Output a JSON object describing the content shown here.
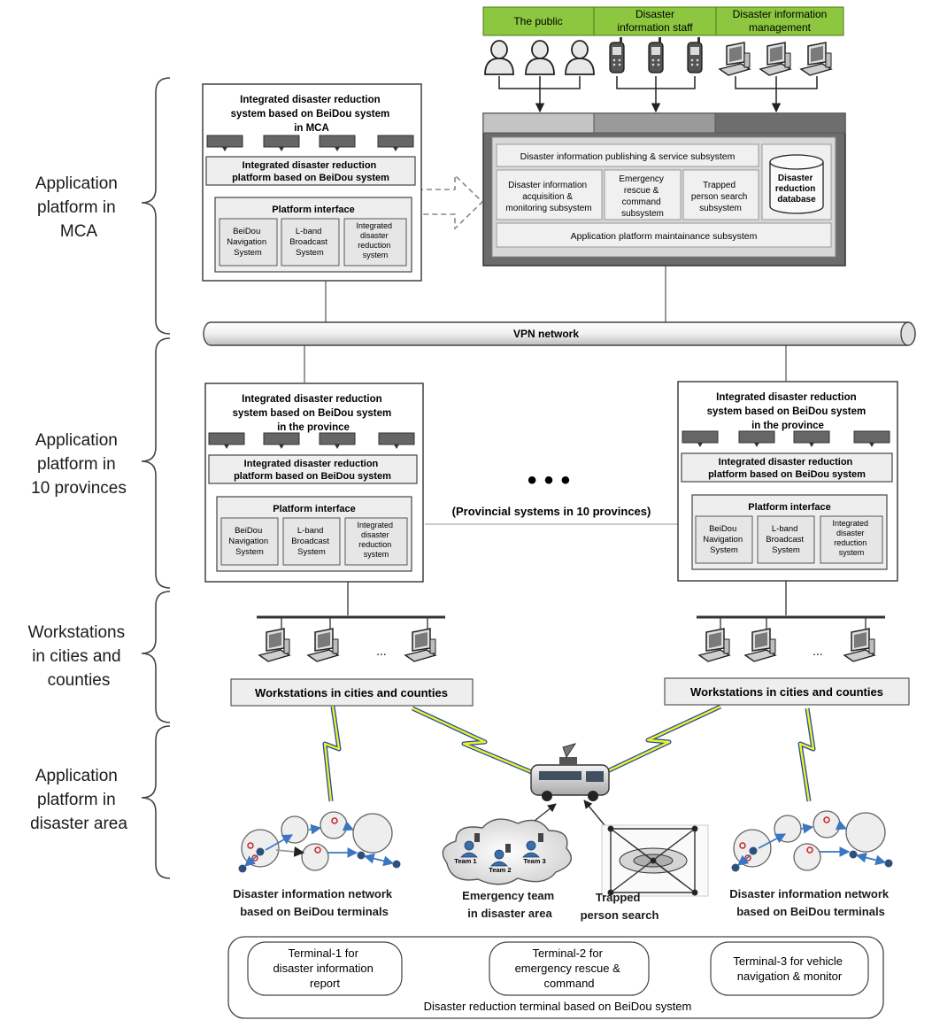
{
  "user_groups": [
    "The public",
    "Disaster information staff",
    "Disaster information management"
  ],
  "side_labels": {
    "mca": [
      "Application",
      "platform in",
      "MCA"
    ],
    "provinces": [
      "Application",
      "platform in",
      "10 provinces"
    ],
    "workstations": [
      "Workstations",
      "in cities and",
      "counties"
    ],
    "disaster_area": [
      "Application",
      "platform in",
      "disaster area"
    ]
  },
  "mca_box": {
    "title": [
      "Integrated disaster reduction",
      "system based on BeiDou system",
      "in MCA"
    ],
    "platform": [
      "Integrated disaster reduction",
      "platform based on BeiDou system"
    ],
    "interface_title": "Platform interface",
    "interfaces": [
      [
        "BeiDou",
        "Navigation",
        "System"
      ],
      [
        "L-band",
        "Broadcast",
        "System"
      ],
      [
        "Integrated",
        "disaster",
        "reduction",
        "system"
      ]
    ]
  },
  "central": {
    "publishing": "Disaster information publishing & service subsystem",
    "acquisition": [
      "Disaster information",
      "acquisition &",
      "monitoring subsystem"
    ],
    "rescue": [
      "Emergency",
      "rescue &",
      "command",
      "subsystem"
    ],
    "trapped": [
      "Trapped",
      "person search",
      "subsystem"
    ],
    "database": [
      "Disaster",
      "reduction",
      "database"
    ],
    "maintenance": "Application platform maintainance subsystem"
  },
  "vpn_label": "VPN network",
  "province_box": {
    "title": [
      "Integrated disaster reduction",
      "system based on BeiDou system",
      "in the province"
    ],
    "platform": [
      "Integrated disaster reduction",
      "platform based on BeiDou system"
    ],
    "interface_title": "Platform interface",
    "interfaces": [
      [
        "BeiDou",
        "Navigation",
        "System"
      ],
      [
        "L-band",
        "Broadcast",
        "System"
      ],
      [
        "Integrated",
        "disaster",
        "reduction",
        "system"
      ]
    ]
  },
  "provincial_dots": "• • •",
  "provincial_label": "(Provincial systems in 10 provinces)",
  "workstation_ellipsis": "...",
  "workstation_label": "Workstations in cities and counties",
  "bottom_labels": {
    "network": [
      "Disaster information network",
      "based on BeiDou terminals"
    ],
    "emergency": [
      "Emergency team",
      "in disaster area"
    ],
    "trapped": [
      "Trapped",
      "person search"
    ]
  },
  "teams": [
    "Team 1",
    "Team 2",
    "Team 3"
  ],
  "terminals": [
    [
      "Terminal-1 for",
      "disaster information",
      "report"
    ],
    [
      "Terminal-2 for",
      "emergency rescue &",
      "command"
    ],
    [
      "Terminal-3 for vehicle",
      "navigation & monitor"
    ]
  ],
  "terminal_caption": "Disaster reduction terminal based on BeiDou system",
  "colors": {
    "group_header": "#8dc63f",
    "central_frame": "#6b6b6b",
    "box_fill": "#eeeeee"
  }
}
